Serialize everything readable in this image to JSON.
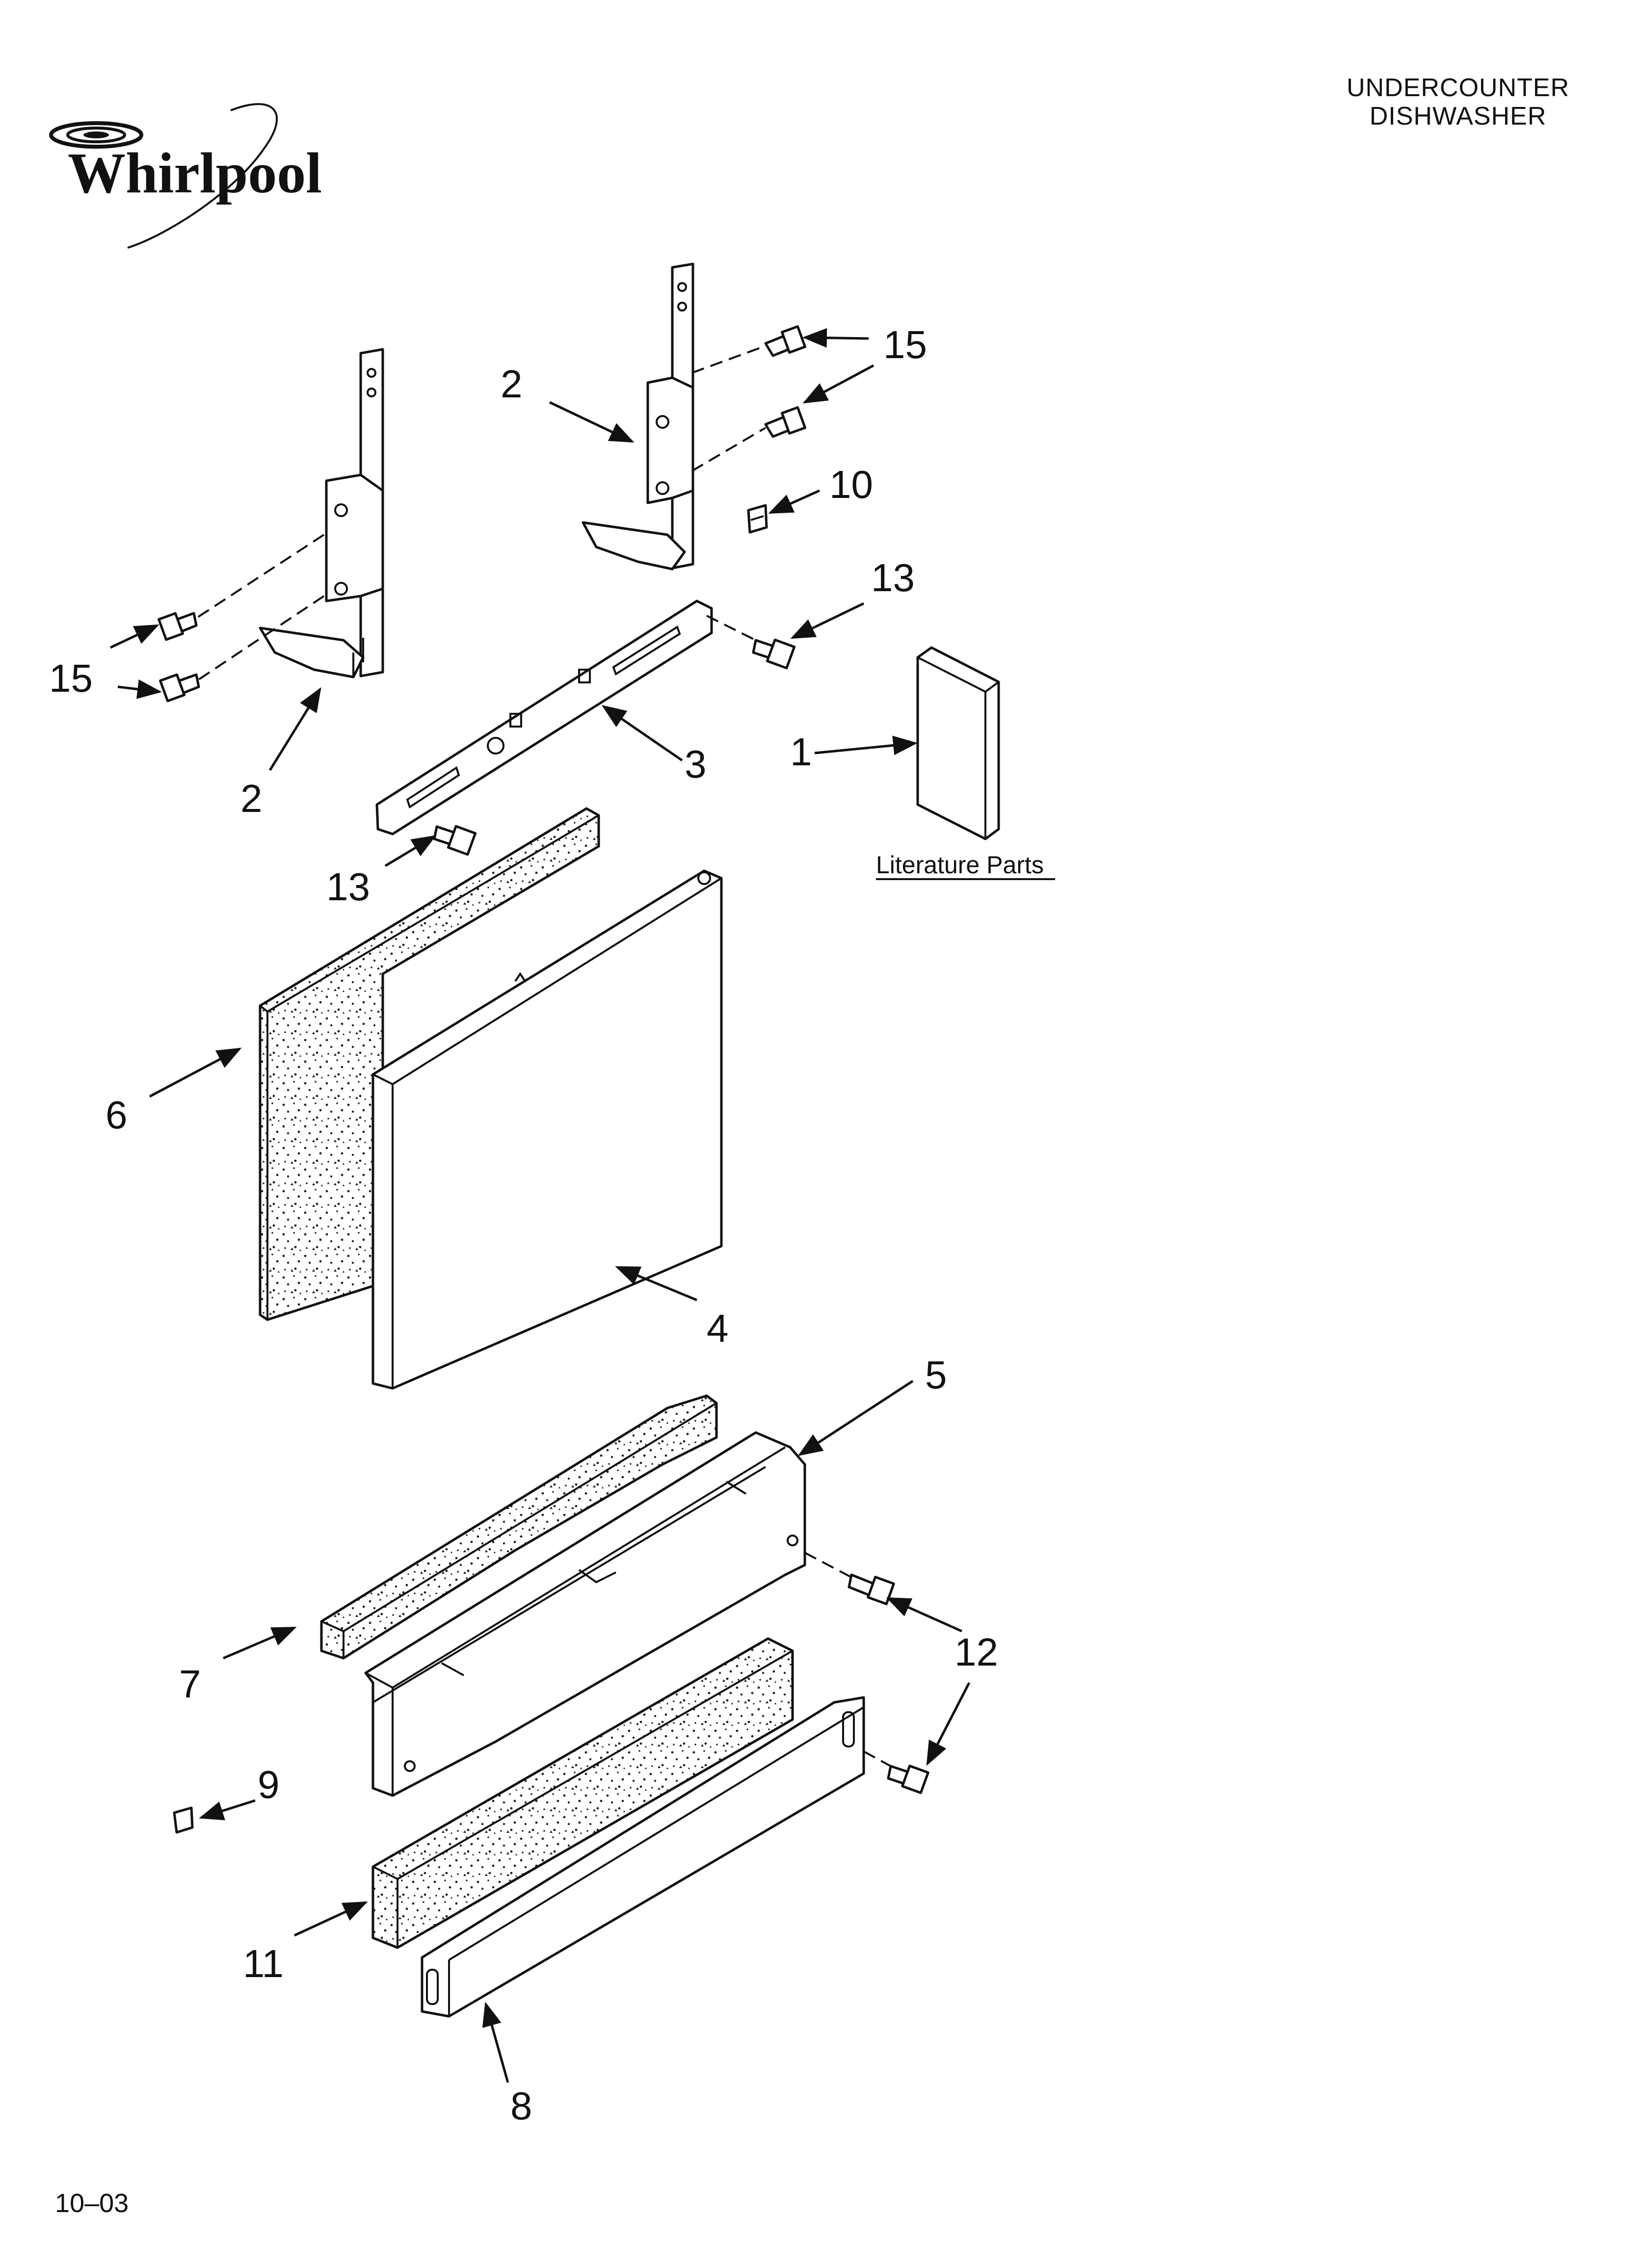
{
  "header": {
    "line1": "UNDERCOUNTER",
    "line2": "DISHWASHER"
  },
  "brand": {
    "logo_text": "Whirlpool"
  },
  "footer": {
    "date_code": "10–03"
  },
  "literature_label": "Literature Parts",
  "callouts": {
    "c1": "1",
    "c2a": "2",
    "c2b": "2",
    "c3": "3",
    "c4": "4",
    "c5": "5",
    "c6": "6",
    "c7": "7",
    "c8": "8",
    "c9": "9",
    "c10": "10",
    "c11": "11",
    "c12": "12",
    "c13a": "13",
    "c13b": "13",
    "c15a": "15",
    "c15b": "15"
  }
}
